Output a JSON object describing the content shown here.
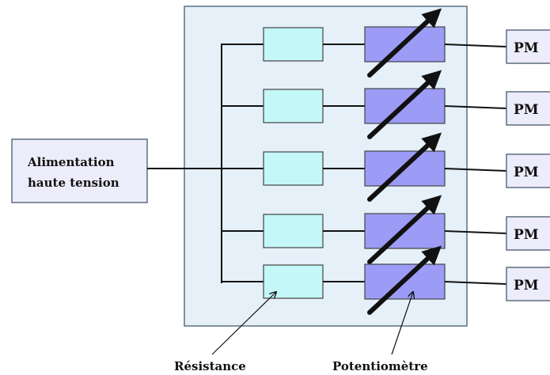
{
  "power_supply": {
    "line1": "Alimentation",
    "line2": "haute tension"
  },
  "channels": [
    {
      "output_label": "PM"
    },
    {
      "output_label": "PM"
    },
    {
      "output_label": "PM"
    },
    {
      "output_label": "PM"
    },
    {
      "output_label": "PM"
    }
  ],
  "annotations": {
    "resistor_label": "Résistance",
    "potentiometer_label": "Potentiomètre"
  },
  "colors": {
    "panel_fill": "#e5f0f9",
    "panel_stroke": "#5c6f80",
    "resistor_fill": "#c4f7f7",
    "potentiometer_fill": "#9c9cf6",
    "box_fill": "#ececfb",
    "line": "#111111"
  }
}
